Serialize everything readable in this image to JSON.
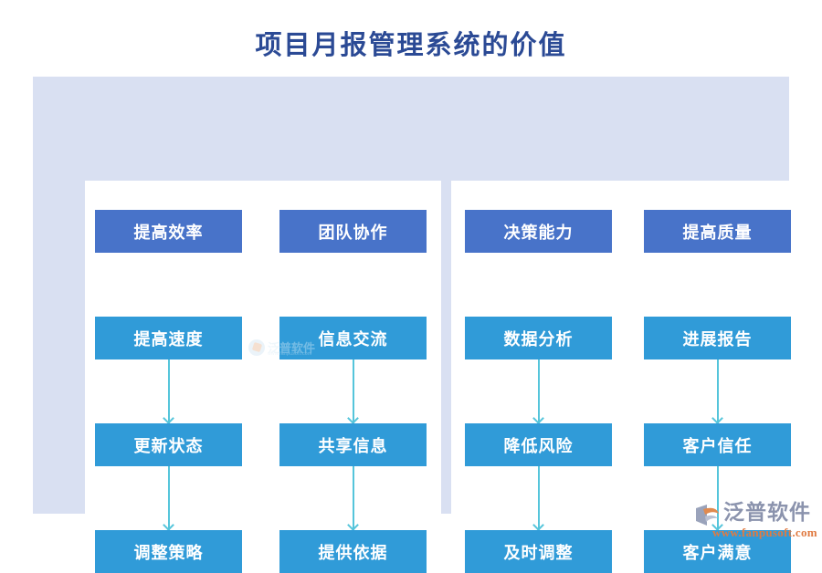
{
  "page": {
    "title": "项目月报管理系统的价值",
    "title_color": "#2b4a95",
    "background": "#ffffff"
  },
  "theme": {
    "panel_background": "#d9e0f2",
    "card_background": "#ffffff",
    "node_head_color": "#4873c9",
    "node_body_color": "#309bd8",
    "connector_color": "#55c5db",
    "node_text_color": "#ffffff"
  },
  "panels": [
    {
      "id": "panel-left",
      "columns": [
        {
          "id": "column-0",
          "nodes": [
            {
              "label": "提高效率",
              "level": "head",
              "connector_below": false
            },
            {
              "label": "提高速度",
              "level": "body",
              "connector_below": true
            },
            {
              "label": "更新状态",
              "level": "body",
              "connector_below": true
            },
            {
              "label": "调整策略",
              "level": "body",
              "connector_below": false
            }
          ]
        },
        {
          "id": "column-1",
          "nodes": [
            {
              "label": "团队协作",
              "level": "head",
              "connector_below": false
            },
            {
              "label": "信息交流",
              "level": "body",
              "connector_below": true
            },
            {
              "label": "共享信息",
              "level": "body",
              "connector_below": true
            },
            {
              "label": "提供依据",
              "level": "body",
              "connector_below": false
            }
          ]
        }
      ]
    },
    {
      "id": "panel-right",
      "columns": [
        {
          "id": "column-2",
          "nodes": [
            {
              "label": "决策能力",
              "level": "head",
              "connector_below": false
            },
            {
              "label": "数据分析",
              "level": "body",
              "connector_below": true
            },
            {
              "label": "降低风险",
              "level": "body",
              "connector_below": true
            },
            {
              "label": "及时调整",
              "level": "body",
              "connector_below": false
            }
          ]
        },
        {
          "id": "column-3",
          "nodes": [
            {
              "label": "提高质量",
              "level": "head",
              "connector_below": false
            },
            {
              "label": "进展报告",
              "level": "body",
              "connector_below": true
            },
            {
              "label": "客户信任",
              "level": "body",
              "connector_below": true
            },
            {
              "label": "客户满意",
              "level": "body",
              "connector_below": false
            }
          ]
        }
      ]
    }
  ],
  "watermark": {
    "name": "泛普软件",
    "url": "www.fanpusoft.com"
  },
  "logo": {
    "name": "泛普软件",
    "url": "www.fanpusoft.com",
    "name_color": "#8b93ad",
    "url_color": "#e07b42"
  }
}
